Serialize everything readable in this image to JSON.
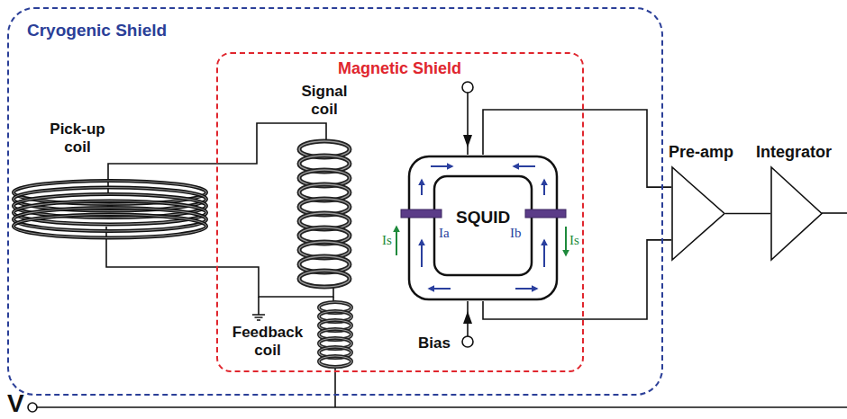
{
  "diagram": {
    "nodes": [
      {
        "text": [
          "Cryogenic Shield"
        ]
      },
      {
        "text": [
          "Magnetic Shield"
        ],
        "in": 0
      },
      {
        "text": [
          "SQUID"
        ],
        "in": 1
      },
      {
        "text": [
          "Pre-amp"
        ]
      },
      {
        "text": [
          "Integrator"
        ]
      }
    ],
    "edges": [
      {
        "from": 2,
        "to": 3,
        "arrow": "none"
      },
      {
        "from": 2,
        "to": 3,
        "arrow": "none"
      },
      {
        "from": 3,
        "to": 4,
        "arrow": "none"
      }
    ],
    "labels": [
      "Pick-up coil",
      "Signal coil",
      "Feedback coil",
      "Bias",
      "V",
      "Is",
      "Ia",
      "Ib",
      "Is"
    ]
  }
}
